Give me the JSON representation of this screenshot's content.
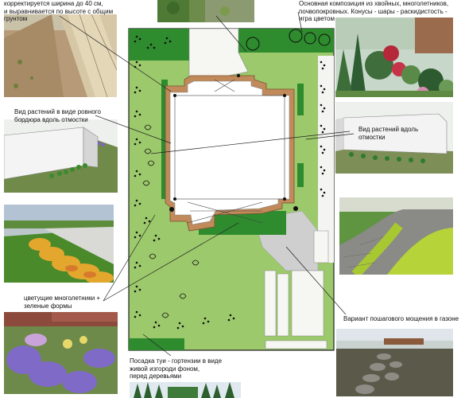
{
  "annotations": {
    "top_left_caption": "корректируется ширина до 40 см,\nи выравнивается по высоте с общим грунтом",
    "top_right_caption": "Основная композиция из хвойных, многолетников,\nпочвопокровных. Конусы - шары - раскидистость -\nигра цветом",
    "border_left": "Вид растений в виде ровного\nбордюра вдоль отмостки",
    "border_right": "Вид растений вдоль\nотмостки",
    "perennials": "цветущие многолетники +\nзеленые формы",
    "paving": "Вариант пошагового мощения в газоне",
    "hedge": "Посадка туи - гортензии в виде\nживой изгороди фоном,\nперед деревьями"
  },
  "colors": {
    "lawn": "#9cc96b",
    "hedge": "#2e8b2e",
    "house_outline": "#c08a5a",
    "house_fill": "#ffffff",
    "paving": "#cfcfcf",
    "tree_symbol": "#111111"
  },
  "icons": {
    "tree_symbol": "black-dot-cluster-icon",
    "shrub_symbol": "leaf-outline-icon",
    "round_tree": "circle-tree-icon"
  }
}
